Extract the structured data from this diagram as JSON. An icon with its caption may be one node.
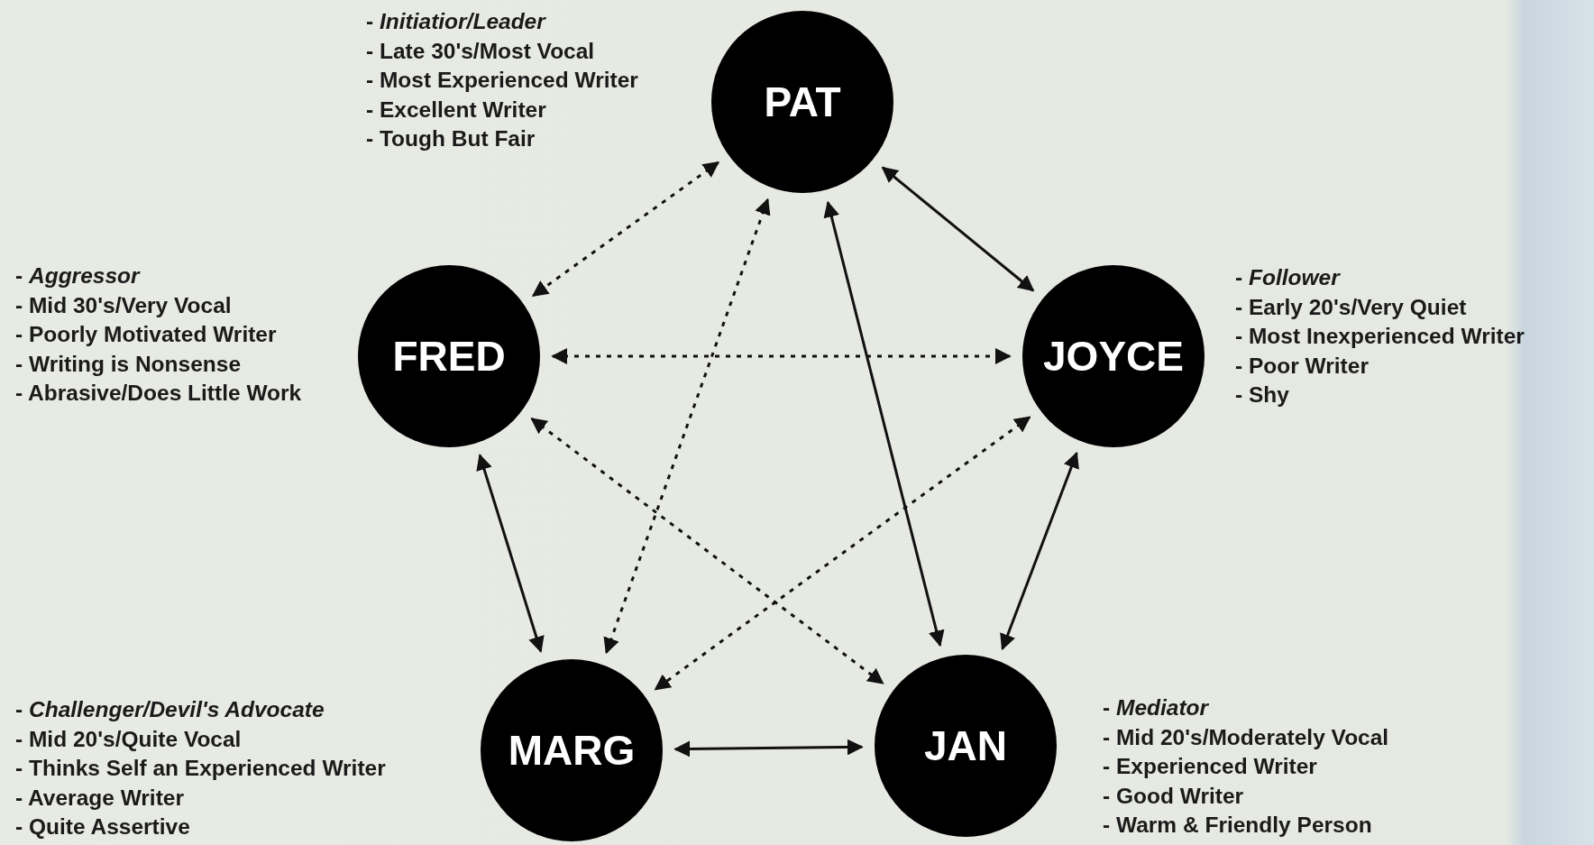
{
  "diagram": {
    "nodes": [
      {
        "text": [
          "PAT"
        ],
        "beside": [
          "- *Initiatior/Leader*",
          "- Late 30's/Most Vocal",
          "- Most Experienced Writer",
          "- Excellent Writer",
          "- Tough But Fair"
        ]
      },
      {
        "text": [
          "FRED"
        ],
        "beside": [
          "- *Aggressor*",
          "- Mid 30's/Very Vocal",
          "- Poorly Motivated Writer",
          "- Writing is Nonsense",
          "- Abrasive/Does Little Work"
        ]
      },
      {
        "text": [
          "JOYCE"
        ],
        "beside": [
          "- *Follower*",
          "- Early 20's/Very Quiet",
          "- Most Inexperienced Writer",
          "- Poor Writer",
          "- Shy"
        ]
      },
      {
        "text": [
          "MARG"
        ],
        "beside": [
          "- *Challenger/Devil's Advocate*",
          "- Mid 20's/Quite Vocal",
          "- Thinks Self an Experienced Writer",
          "- Average Writer",
          "- Quite Assertive"
        ]
      },
      {
        "text": [
          "JAN"
        ],
        "beside": [
          "- *Mediator*",
          "- Mid 20's/Moderately Vocal",
          "- Experienced Writer",
          "- Good Writer",
          "- Warm & Friendly Person"
        ]
      }
    ],
    "edges": [
      {
        "from": 0,
        "to": 2,
        "arrow": "both"
      },
      {
        "from": 0,
        "to": 1,
        "arrow": "both",
        "style": "dashed"
      },
      {
        "from": 0,
        "to": 3,
        "arrow": "both",
        "style": "dashed"
      },
      {
        "from": 0,
        "to": 4,
        "arrow": "both"
      },
      {
        "from": 1,
        "to": 2,
        "arrow": "both",
        "style": "dashed"
      },
      {
        "from": 1,
        "to": 4,
        "arrow": "both",
        "style": "dashed"
      },
      {
        "from": 1,
        "to": 3,
        "arrow": "both"
      },
      {
        "from": 2,
        "to": 3,
        "arrow": "both",
        "style": "dashed"
      },
      {
        "from": 2,
        "to": 4,
        "arrow": "both"
      },
      {
        "from": 3,
        "to": 4,
        "arrow": "both"
      }
    ]
  }
}
